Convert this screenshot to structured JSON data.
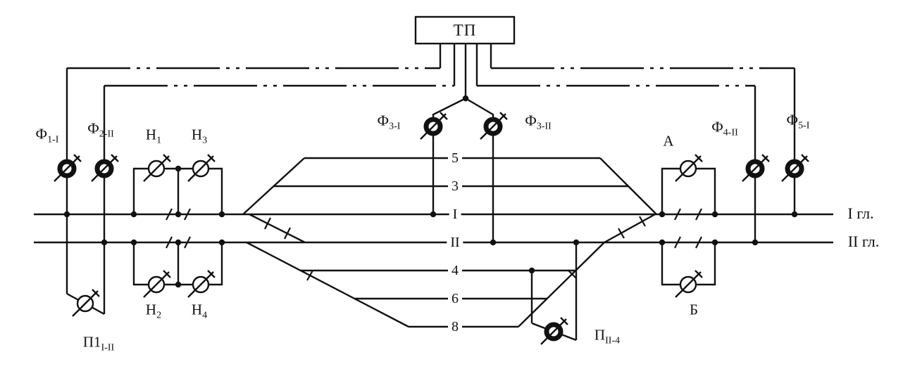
{
  "substation": {
    "label": "ТП"
  },
  "devices": {
    "f1": {
      "base": "Ф",
      "sub": "1-I"
    },
    "f2": {
      "base": "Ф",
      "sub": "2-II"
    },
    "f3i": {
      "base": "Ф",
      "sub": "3-I"
    },
    "f3ii": {
      "base": "Ф",
      "sub": "3-II"
    },
    "f4": {
      "base": "Ф",
      "sub": "4-II"
    },
    "f5": {
      "base": "Ф",
      "sub": "5-I"
    },
    "h1": {
      "base": "Н",
      "sub": "1"
    },
    "h2": {
      "base": "Н",
      "sub": "2"
    },
    "h3": {
      "base": "Н",
      "sub": "3"
    },
    "h4": {
      "base": "Н",
      "sub": "4"
    },
    "a": {
      "base": "А"
    },
    "b": {
      "base": "Б"
    },
    "p1": {
      "base": "П1",
      "sub": "I-II"
    },
    "p24": {
      "base": "П",
      "sub": "II-4"
    }
  },
  "station_tracks": [
    "5",
    "3",
    "I",
    "II",
    "4",
    "6",
    "8"
  ],
  "main_tracks": {
    "track1": "I гл.",
    "track2": "II гл."
  },
  "colors": {
    "line": "#111111",
    "background": "#ffffff"
  }
}
